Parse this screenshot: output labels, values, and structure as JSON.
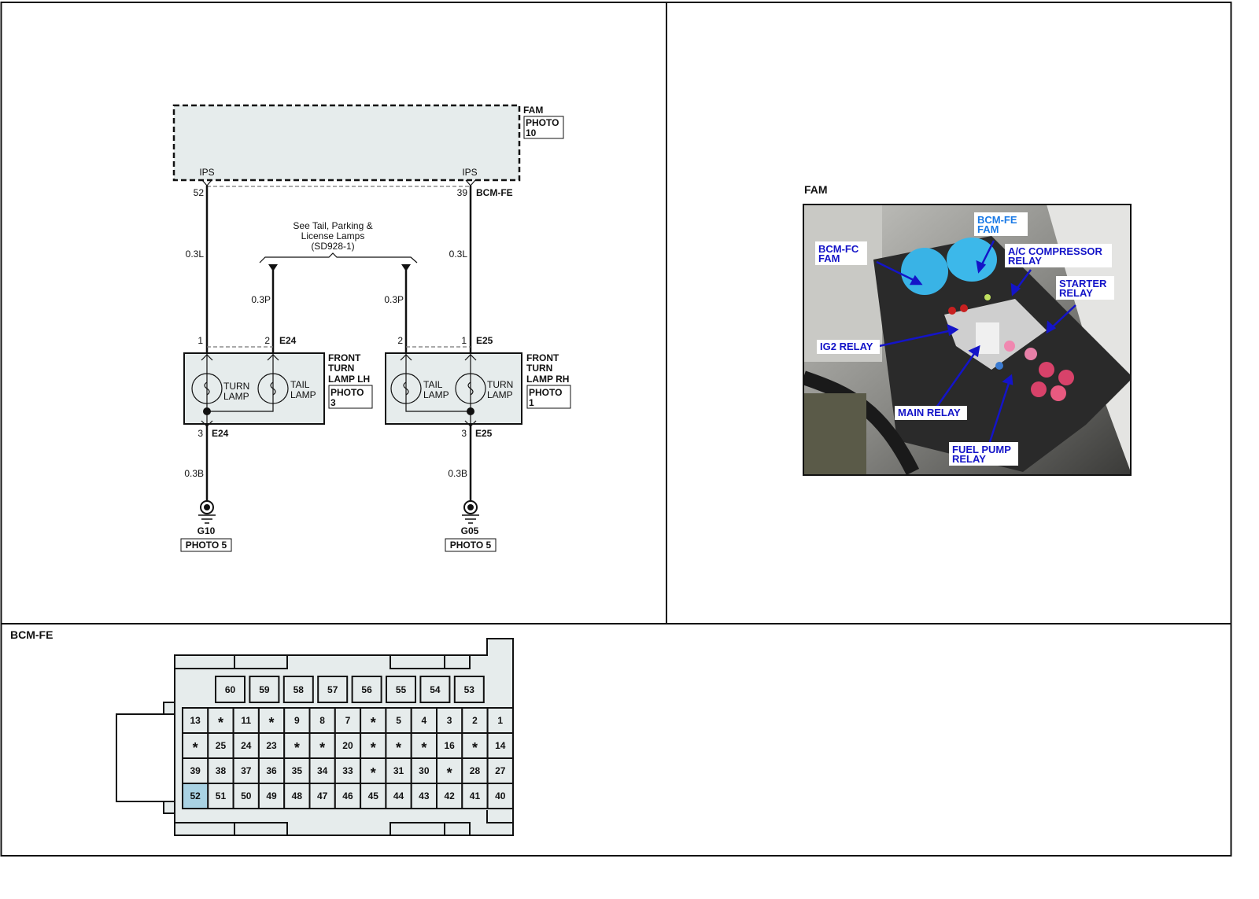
{
  "schematic": {
    "module": {
      "name": "FAM",
      "photo": "PHOTO",
      "photo_num": "10",
      "left_term": "IPS",
      "right_term": "IPS"
    },
    "connector": "BCM-FE",
    "pins_top": {
      "left": "52",
      "right": "39"
    },
    "wire_top": {
      "left": "0.3L",
      "right": "0.3L"
    },
    "reference": {
      "line1": "See Tail, Parking &",
      "line2": "License Lamps",
      "line3": "(SD928-1)"
    },
    "wire_tail": {
      "left": "0.3P",
      "right": "0.3P"
    },
    "lh": {
      "pin_turn": "1",
      "pin_tail": "2",
      "conn": "E24",
      "name1": "FRONT",
      "name2": "TURN",
      "name3": "LAMP LH",
      "photo": "PHOTO",
      "photo_num": "3",
      "turn1": "TURN",
      "turn2": "LAMP",
      "tail1": "TAIL",
      "tail2": "LAMP",
      "pin_gnd": "3",
      "conn_gnd": "E24",
      "wire_gnd": "0.3B",
      "ground": "G10",
      "ground_photo": "PHOTO 5"
    },
    "rh": {
      "pin_turn": "1",
      "pin_tail": "2",
      "conn": "E25",
      "name1": "FRONT",
      "name2": "TURN",
      "name3": "LAMP RH",
      "photo": "PHOTO",
      "photo_num": "1",
      "turn1": "TURN",
      "turn2": "LAMP",
      "tail1": "TAIL",
      "tail2": "LAMP",
      "pin_gnd": "3",
      "conn_gnd": "E25",
      "wire_gnd": "0.3B",
      "ground": "G05",
      "ground_photo": "PHOTO 5"
    }
  },
  "photo_panel": {
    "title": "FAM",
    "labels": {
      "bcm_fe": [
        "BCM-FE",
        "FAM"
      ],
      "bcm_fc": [
        "BCM-FC",
        "FAM"
      ],
      "ac": [
        "A/C COMPRESSOR",
        "RELAY"
      ],
      "starter": [
        "STARTER",
        "RELAY"
      ],
      "ig2": "IG2 RELAY",
      "main": "MAIN RELAY",
      "fuel": [
        "FUEL PUMP",
        "RELAY"
      ]
    },
    "colors": {
      "label": "#1414c8",
      "label_highlight": "#1a7ae6"
    }
  },
  "connector_view": {
    "title": "BCM-FE",
    "highlight_pin": "52",
    "highlight_color": "#a9d2e3",
    "top_row": [
      "60",
      "59",
      "58",
      "57",
      "56",
      "55",
      "54",
      "53"
    ],
    "rows": [
      [
        "13",
        "*",
        "11",
        "*",
        "9",
        "8",
        "7",
        "*",
        "5",
        "4",
        "3",
        "2",
        "1"
      ],
      [
        "*",
        "25",
        "24",
        "23",
        "*",
        "*",
        "20",
        "*",
        "*",
        "*",
        "16",
        "*",
        "14"
      ],
      [
        "39",
        "38",
        "37",
        "36",
        "35",
        "34",
        "33",
        "*",
        "31",
        "30",
        "*",
        "28",
        "27"
      ],
      [
        "52",
        "51",
        "50",
        "49",
        "48",
        "47",
        "46",
        "45",
        "44",
        "43",
        "42",
        "41",
        "40"
      ]
    ]
  }
}
